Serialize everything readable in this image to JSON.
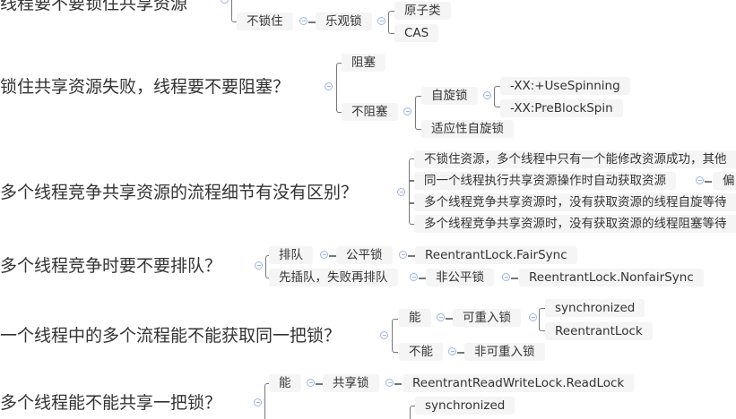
{
  "roots": [
    {
      "label": "线程要不要锁住共享资源",
      "children": {
        "a": "不锁住",
        "b": "乐观锁",
        "c": "原子类",
        "d": "CAS"
      }
    },
    {
      "label": "锁住共享资源失败，线程要不要阻塞？",
      "children": {
        "a": "阻塞",
        "b": "不阻塞",
        "c": "自旋锁",
        "d": "-XX:+UseSpinning",
        "e": "-XX:PreBlockSpin",
        "f": "适应性自旋锁"
      }
    },
    {
      "label": "多个线程竞争共享资源的流程细节有没有区别？",
      "children": {
        "a": "不锁住资源，多个线程中只有一个能修改资源成功，其他",
        "b": "同一个线程执行共享资源操作时自动获取资源",
        "c": "偏",
        "d": "多个线程竞争共享资源时，没有获取资源的线程自旋等待",
        "e": "多个线程竞争共享资源时，没有获取资源的线程阻塞等待"
      }
    },
    {
      "label": "多个线程竞争时要不要排队？",
      "children": {
        "a": "排队",
        "b": "公平锁",
        "c": "ReentrantLock.FairSync",
        "d": "先插队，失败再排队",
        "e": "非公平锁",
        "f": "ReentrantLock.NonfairSync"
      }
    },
    {
      "label": "一个线程中的多个流程能不能获取同一把锁？",
      "children": {
        "a": "能",
        "b": "可重入锁",
        "c": "synchronized",
        "d": "ReentrantLock",
        "e": "不能",
        "f": "非可重入锁"
      }
    },
    {
      "label": "多个线程能不能共享一把锁？",
      "children": {
        "a": "能",
        "b": "共享锁",
        "c": "ReentrantReadWriteLock.ReadLock",
        "d": "synchronized"
      }
    }
  ],
  "colors": {
    "node_bg": "#f5f5f5",
    "line": "#777777",
    "collapse": "#9ab4e8"
  },
  "icons": {
    "collapse": "collapse-circle-icon"
  }
}
